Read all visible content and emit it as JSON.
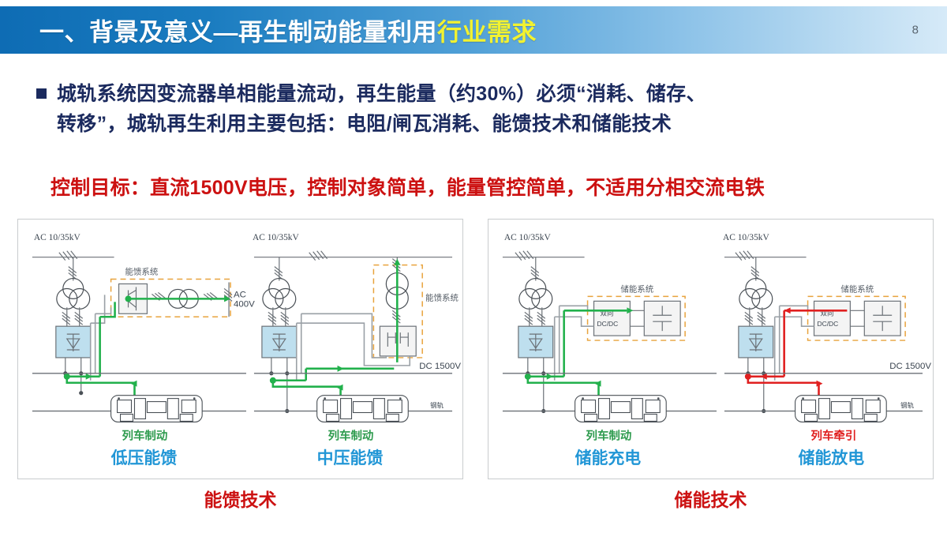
{
  "header": {
    "title_main": "一、背景及意义—再生制动能量利用",
    "title_highlight": "行业需求",
    "page_number": "8",
    "accent_blue": "#0e6cb4",
    "highlight_yellow": "#f2f230"
  },
  "body": {
    "bullet_line1": "城轨系统因变流器单相能量流动，再生能量（约30%）必须“消耗、储存、",
    "bullet_line2": "转移”，城轨再生利用主要包括：电阻/闸瓦消耗、能馈技术和储能技术",
    "goal_text": "控制目标：直流1500V电压，控制对象简单，能量管控简单，不适用分相交流电铁",
    "navy": "#1b2a5e",
    "red": "#cc1111"
  },
  "panels": [
    {
      "id": "feedback",
      "caption": "能馈技术",
      "diagrams": [
        {
          "ac_label": "AC 10/35kV",
          "system_label": "能馈系统",
          "aux_label_line1": "AC",
          "aux_label_line2": "400V",
          "flow_label": "列车制动",
          "mode_label": "低压能馈",
          "flow_color": "#22b14c"
        },
        {
          "ac_label": "AC 10/35kV",
          "system_label": "能馈系统",
          "dc_label": "DC 1500V",
          "rail_label": "钢轨",
          "flow_label": "列车制动",
          "mode_label": "中压能馈",
          "flow_color": "#22b14c"
        }
      ]
    },
    {
      "id": "storage",
      "caption": "储能技术",
      "diagrams": [
        {
          "ac_label": "AC 10/35kV",
          "system_label": "储能系统",
          "converter_line1": "双向",
          "converter_line2": "DC/DC",
          "flow_label": "列车制动",
          "mode_label": "储能充电",
          "flow_color": "#22b14c"
        },
        {
          "ac_label": "AC 10/35kV",
          "system_label": "储能系统",
          "converter_line1": "双向",
          "converter_line2": "DC/DC",
          "dc_label": "DC 1500V",
          "rail_label": "钢轨",
          "flow_label": "列车牵引",
          "mode_label": "储能放电",
          "flow_color": "#e02020"
        }
      ]
    }
  ]
}
